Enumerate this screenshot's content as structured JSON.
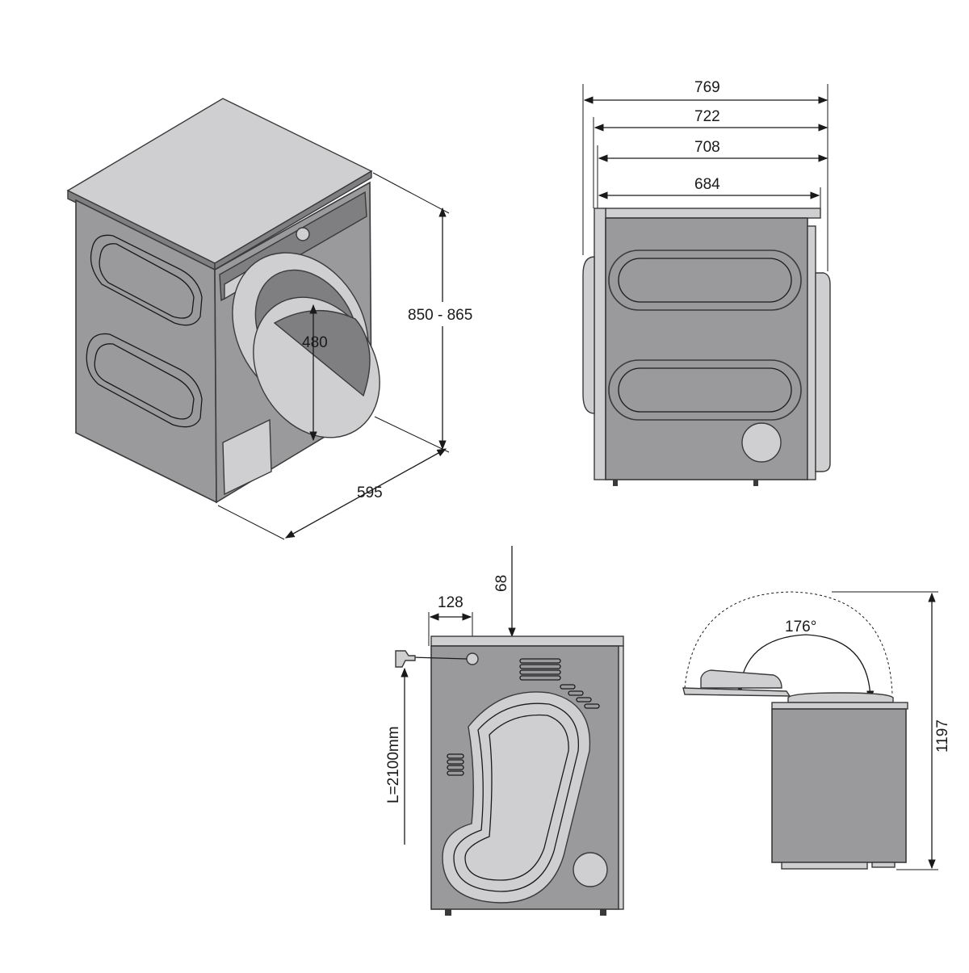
{
  "dimensions": {
    "height_range": "850 - 865",
    "width": "595",
    "door_opening": "480",
    "depth_total": "769",
    "depth_722": "722",
    "depth_708": "708",
    "depth_body": "684",
    "hose_offset": "128",
    "top_offset": "68",
    "cable_length": "L=2100mm",
    "door_angle": "176°",
    "door_height": "1197"
  },
  "colors": {
    "body": "#9a9a9c",
    "panel": "#cfcfd1",
    "outline": "#3a3a3a"
  }
}
